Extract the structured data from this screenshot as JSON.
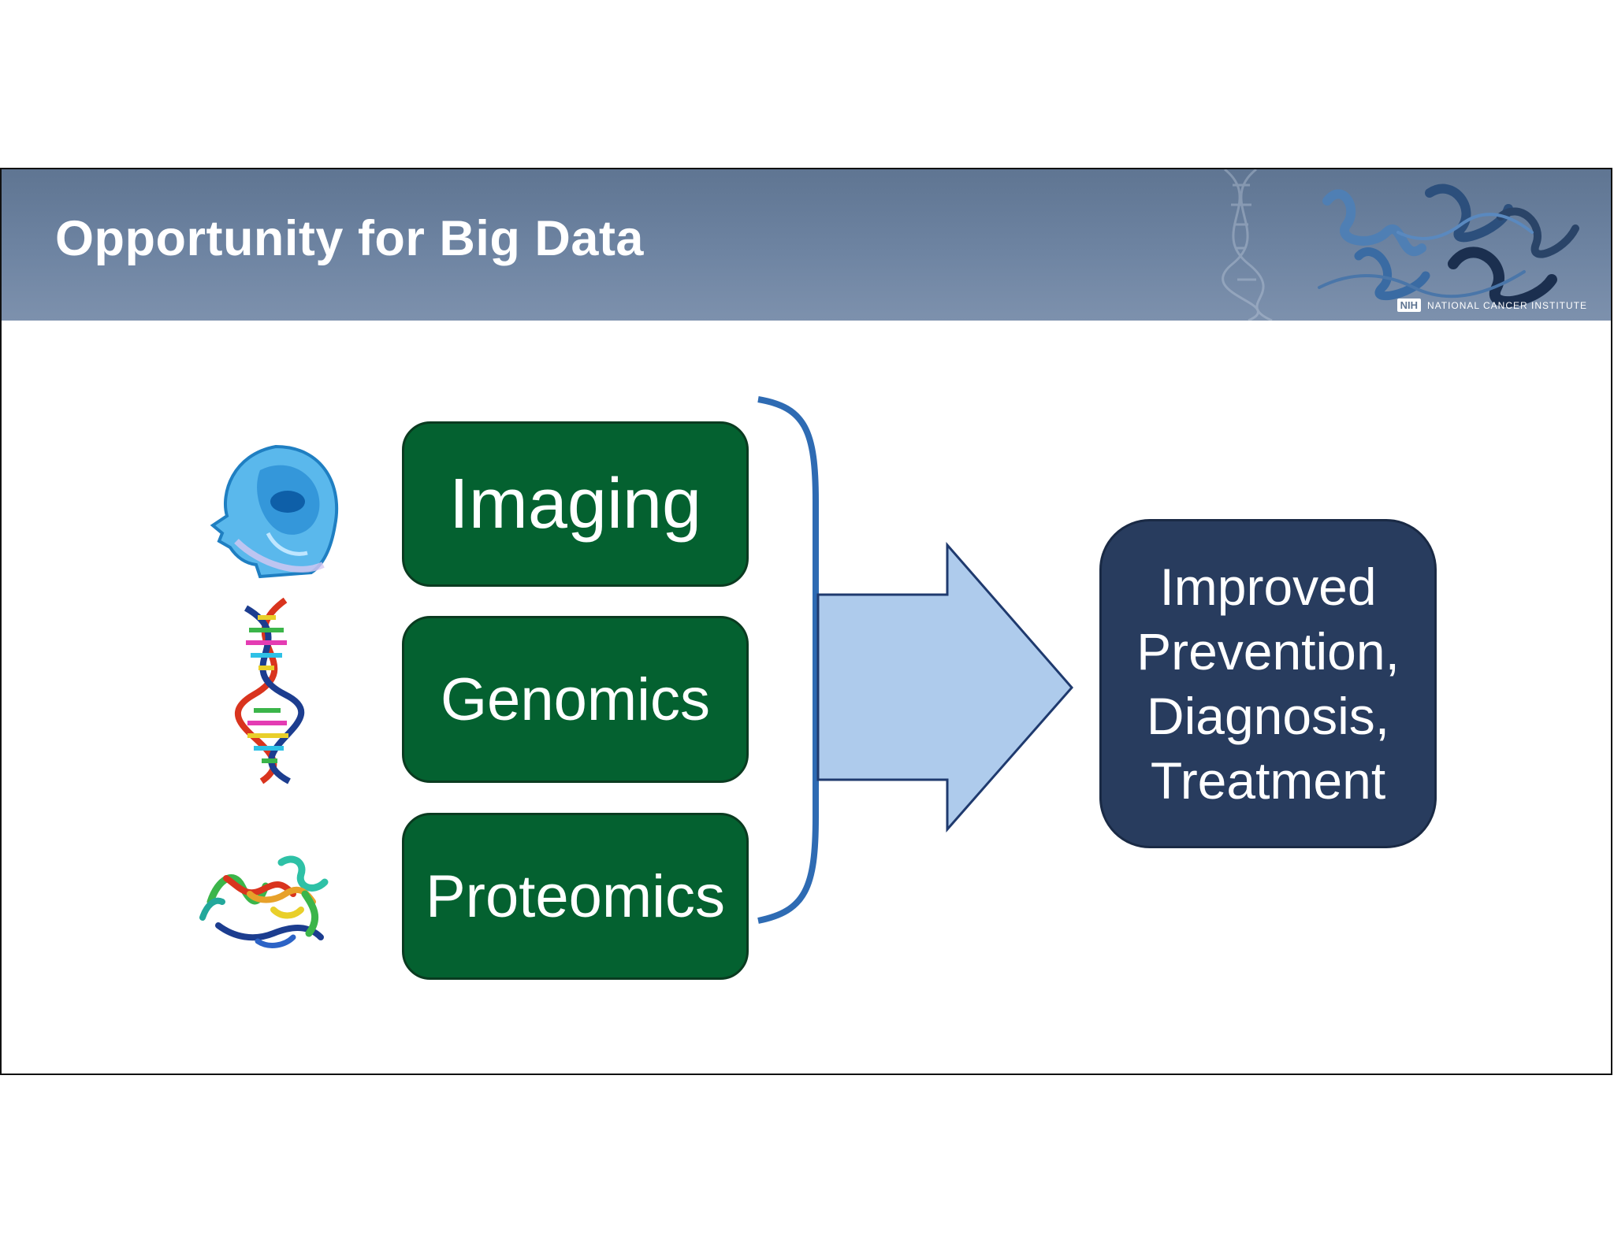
{
  "slide": {
    "title": "Opportunity for Big Data",
    "logo": {
      "nih_label": "NIH",
      "institute_name": "NATIONAL CANCER INSTITUTE"
    }
  },
  "diagram": {
    "inputs": [
      {
        "label": "Imaging",
        "icon": "brain-scan-icon"
      },
      {
        "label": "Genomics",
        "icon": "dna-helix-icon"
      },
      {
        "label": "Proteomics",
        "icon": "protein-structure-icon"
      }
    ],
    "output": {
      "lines": [
        "Improved",
        "Prevention,",
        "Diagnosis,",
        "Treatment"
      ]
    },
    "colors": {
      "banner": "#6e84a2",
      "input_box": "#046130",
      "output_box": "#283c5e",
      "arrow_fill": "#aecbec",
      "arrow_stroke": "#1f3a6e",
      "bracket": "#2e6bb3"
    }
  }
}
